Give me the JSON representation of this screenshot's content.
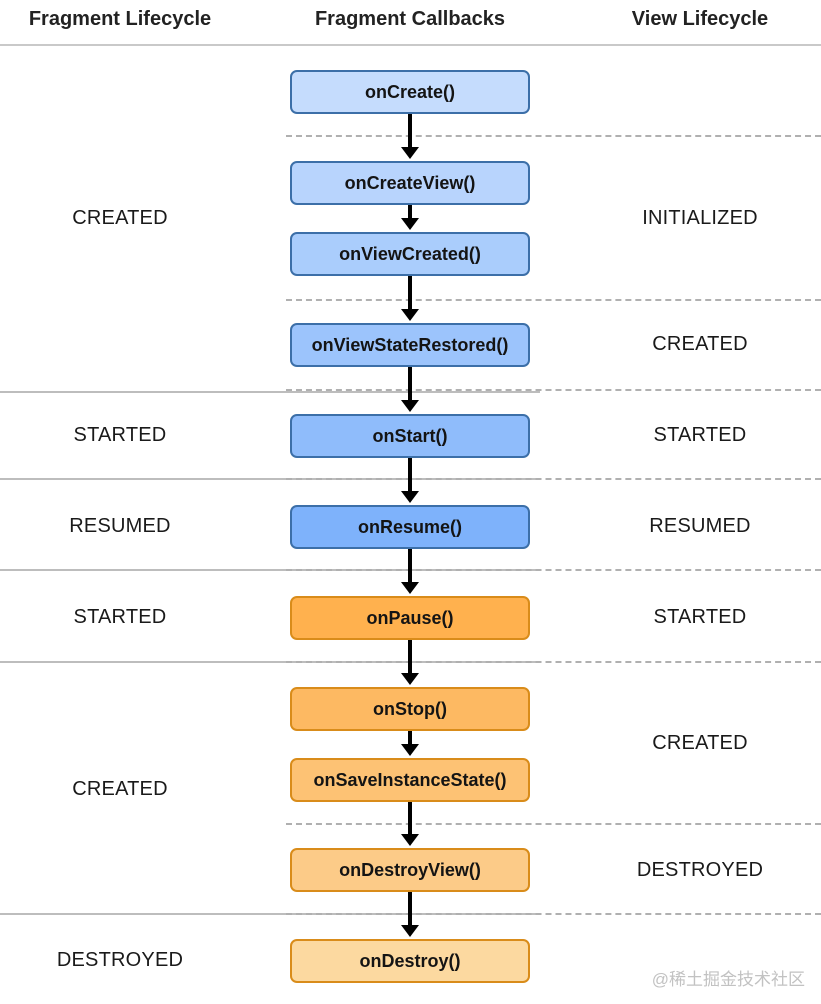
{
  "header": {
    "columns": [
      {
        "label": "Fragment Lifecycle"
      },
      {
        "label": "Fragment Callbacks"
      },
      {
        "label": "View Lifecycle"
      }
    ]
  },
  "callbacks": [
    {
      "label": "onCreate()",
      "color": "#c5dcfd",
      "phase": "blue"
    },
    {
      "label": "onCreateView()",
      "color": "#b8d4fd",
      "phase": "blue"
    },
    {
      "label": "onViewCreated()",
      "color": "#aacdfc",
      "phase": "blue"
    },
    {
      "label": "onViewStateRestored()",
      "color": "#9cc4fc",
      "phase": "blue"
    },
    {
      "label": "onStart()",
      "color": "#8fbcfb",
      "phase": "blue"
    },
    {
      "label": "onResume()",
      "color": "#7eb2fb",
      "phase": "blue"
    },
    {
      "label": "onPause()",
      "color": "#ffb14e",
      "phase": "orange"
    },
    {
      "label": "onStop()",
      "color": "#fdb962",
      "phase": "orange"
    },
    {
      "label": "onSaveInstanceState()",
      "color": "#fdc274",
      "phase": "orange"
    },
    {
      "label": "onDestroyView()",
      "color": "#fccb88",
      "phase": "orange"
    },
    {
      "label": "onDestroy()",
      "color": "#fcd9a0",
      "phase": "orange"
    }
  ],
  "fragment_lifecycle": [
    {
      "label": "CREATED"
    },
    {
      "label": "STARTED"
    },
    {
      "label": "RESUMED"
    },
    {
      "label": "STARTED"
    },
    {
      "label": "CREATED"
    },
    {
      "label": "DESTROYED"
    }
  ],
  "view_lifecycle": [
    {
      "label": "INITIALIZED"
    },
    {
      "label": "CREATED"
    },
    {
      "label": "STARTED"
    },
    {
      "label": "RESUMED"
    },
    {
      "label": "STARTED"
    },
    {
      "label": "CREATED"
    },
    {
      "label": "DESTROYED"
    }
  ],
  "watermark": {
    "label": "@稀土掘金技术社区"
  },
  "colors": {
    "blue_border": "#3c6fa8",
    "orange_border": "#d98c1a",
    "solid_separator": "#bdbdbd",
    "dashed_separator": "#b0b0b0",
    "text": "#1a1a1a"
  }
}
